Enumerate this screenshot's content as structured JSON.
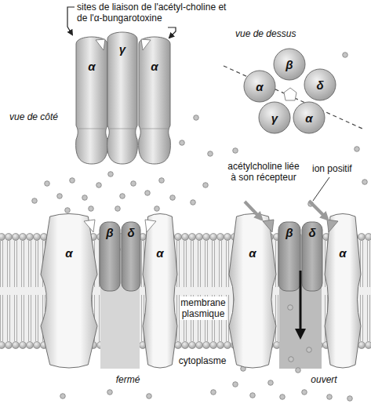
{
  "diagram": {
    "nodes": [
      {
        "text": [
          "α"
        ]
      },
      {
        "text": [
          "γ"
        ]
      },
      {
        "text": [
          "α"
        ]
      },
      {
        "text": [
          "β"
        ]
      },
      {
        "text": [
          "α"
        ]
      },
      {
        "text": [
          "δ"
        ]
      },
      {
        "text": [
          "γ"
        ]
      },
      {
        "text": [
          "α"
        ]
      },
      {
        "text": [
          "α"
        ]
      },
      {
        "text": [
          "β"
        ]
      },
      {
        "text": [
          "δ"
        ]
      },
      {
        "text": [
          "α"
        ]
      },
      {
        "text": [
          "α"
        ]
      },
      {
        "text": [
          "β"
        ]
      },
      {
        "text": [
          "δ"
        ]
      },
      {
        "text": [
          "α"
        ]
      }
    ],
    "labels": [
      "sites de liaison de l'acétyl-choline et de l'α-bungarotoxine",
      "vue de dessus",
      "vue de côté",
      "acétylcholine liée à son récepteur",
      "ion positif",
      "membrane plasmique",
      "cytoplasme",
      "fermé",
      "ouvert"
    ]
  }
}
